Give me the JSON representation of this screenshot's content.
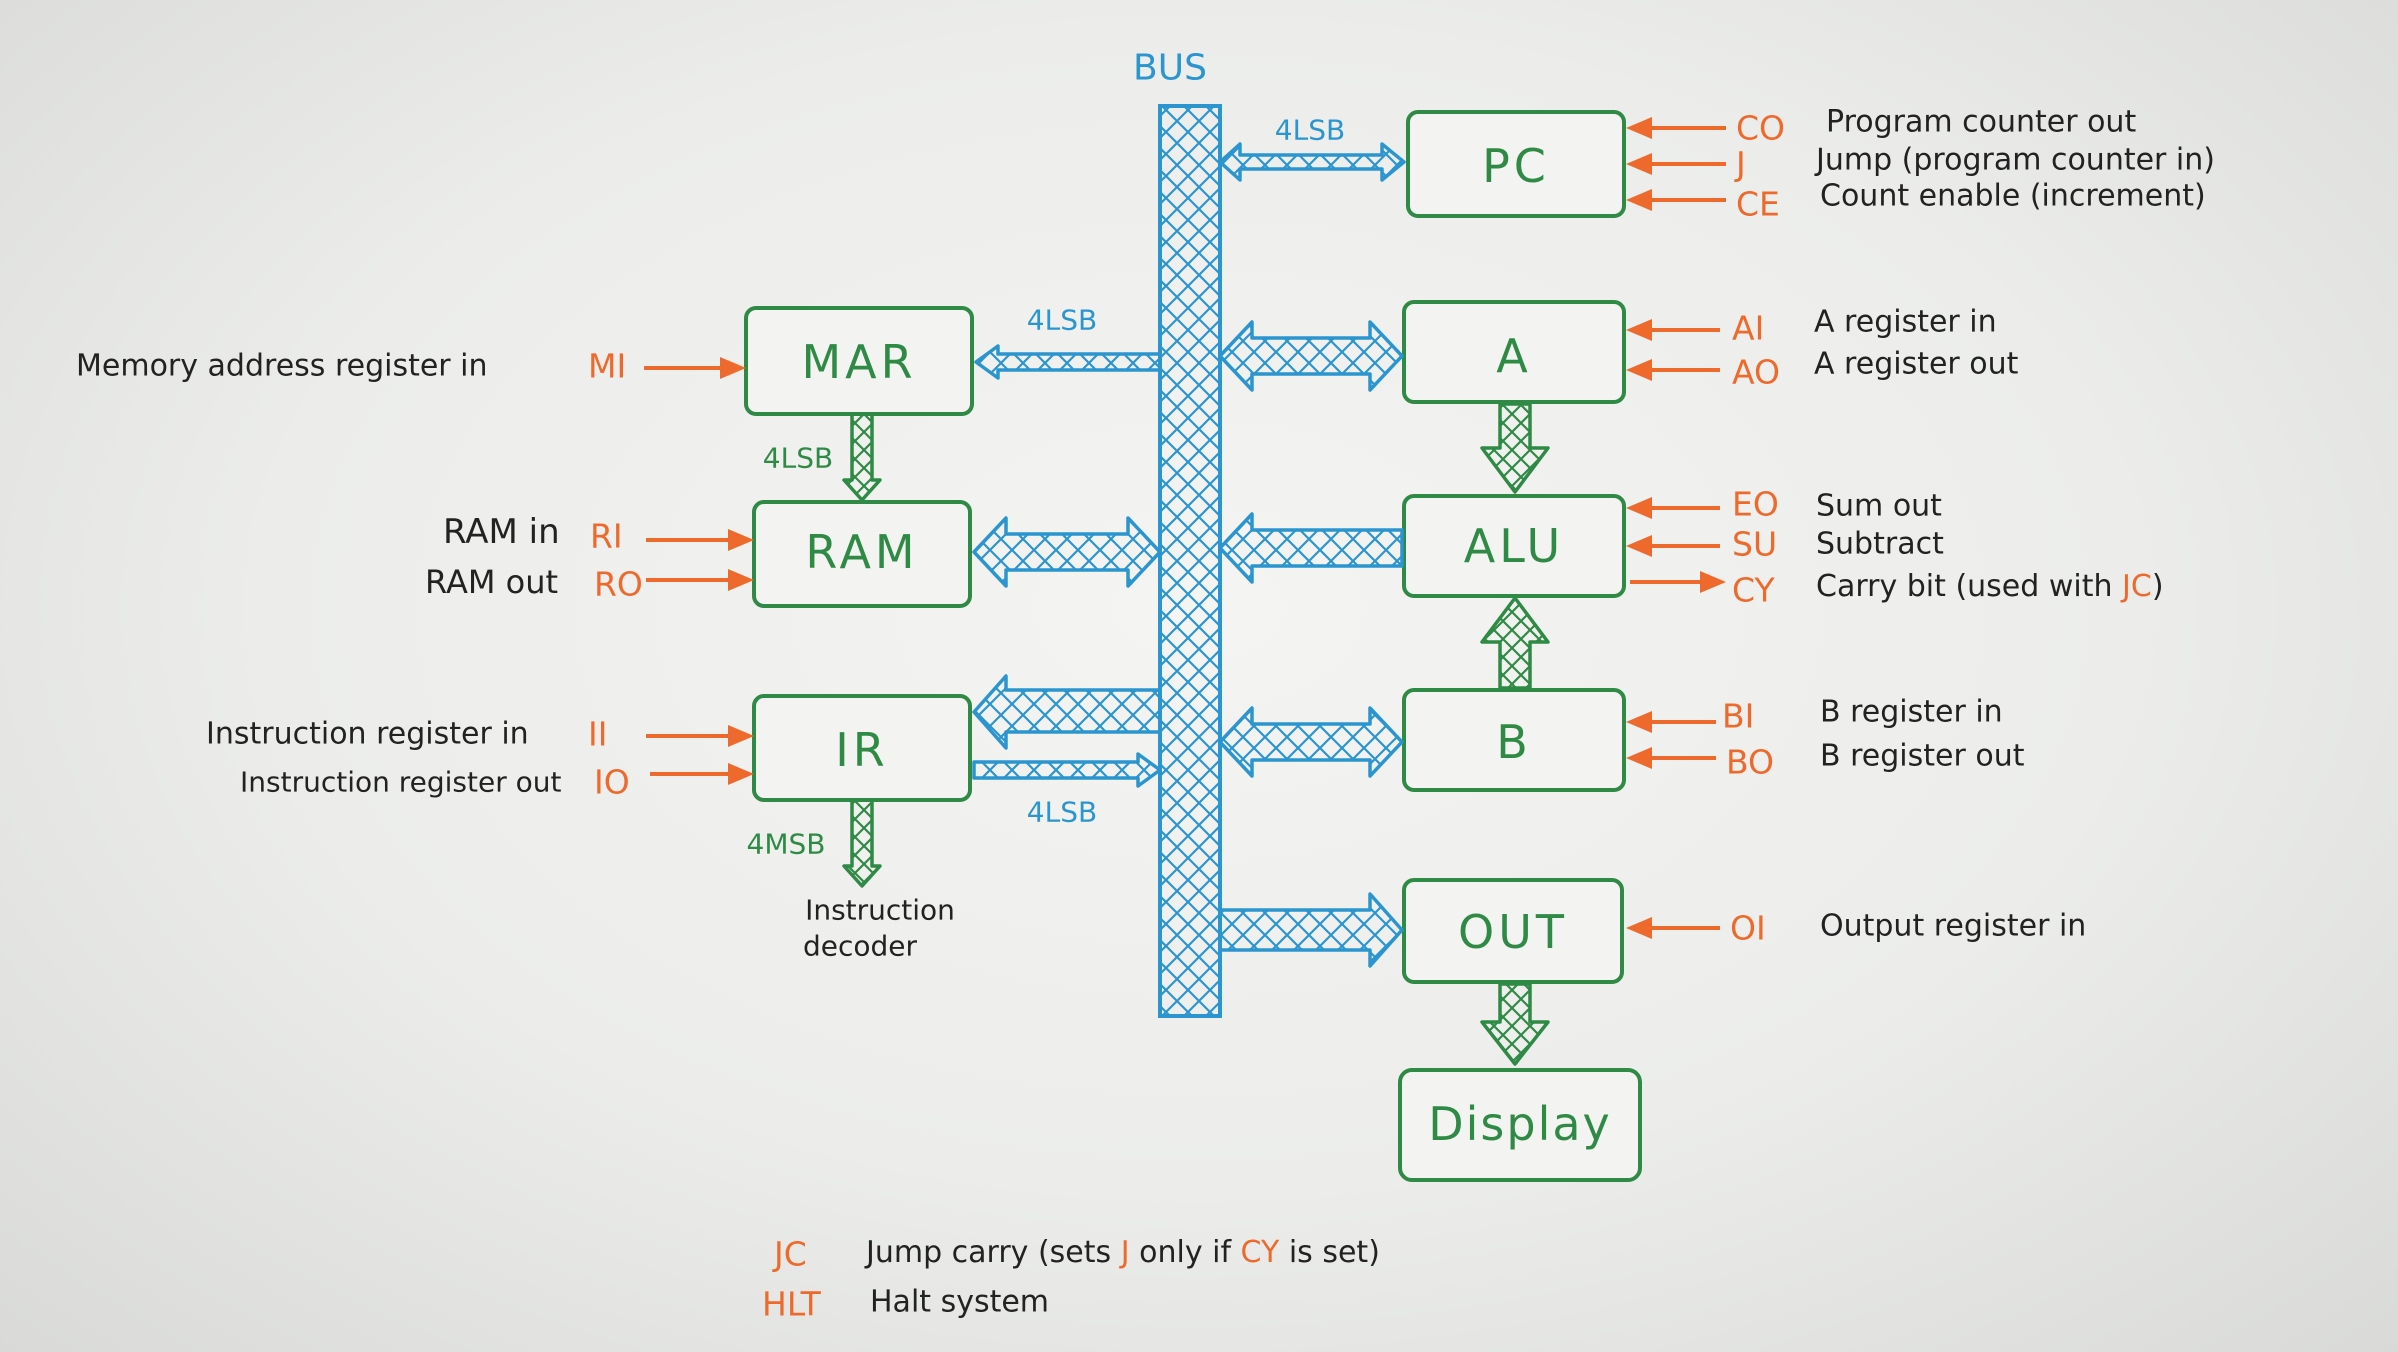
{
  "colors": {
    "bus": "#2b95cf",
    "block": "#2f8a45",
    "signal": "#ee6a2c",
    "text": "#222222"
  },
  "bus_label": "BUS",
  "widths": {
    "pc": "4LSB",
    "mar": "4LSB",
    "mar_ram": "4LSB",
    "ir_bus": "4LSB",
    "ir_decoder": "4MSB"
  },
  "decoder_label": [
    "Instruction",
    "decoder"
  ],
  "blocks": {
    "pc": "PC",
    "mar": "MAR",
    "ram": "RAM",
    "ir": "IR",
    "a": "A",
    "alu": "ALU",
    "b": "B",
    "out": "OUT",
    "display": "Display"
  },
  "signals": {
    "co": {
      "code": "CO",
      "desc": "Program counter out"
    },
    "j": {
      "code": "J",
      "desc": "Jump (program counter in)"
    },
    "ce": {
      "code": "CE",
      "desc": "Count enable (increment)"
    },
    "ai": {
      "code": "AI",
      "desc": "A register in"
    },
    "ao": {
      "code": "AO",
      "desc": "A register out"
    },
    "eo": {
      "code": "EO",
      "desc": "Sum out"
    },
    "su": {
      "code": "SU",
      "desc": "Subtract"
    },
    "cy": {
      "code": "CY",
      "desc": "Carry bit (used with",
      "desc_code": "JC",
      "desc_end": ")"
    },
    "bi": {
      "code": "BI",
      "desc": "B register in"
    },
    "bo": {
      "code": "BO",
      "desc": "B register out"
    },
    "oi": {
      "code": "OI",
      "desc": "Output register in"
    },
    "mi": {
      "code": "MI",
      "desc": "Memory address register in"
    },
    "ri": {
      "code": "RI",
      "desc": "RAM in"
    },
    "ro": {
      "code": "RO",
      "desc": "RAM out"
    },
    "ii": {
      "code": "II",
      "desc": "Instruction register in"
    },
    "io": {
      "code": "IO",
      "desc": "Instruction register out"
    }
  },
  "footer": {
    "jc": {
      "code": "JC",
      "text1": "Jump carry (sets",
      "j": "J",
      "text2": "only if",
      "cy": "CY",
      "text3": "is set)"
    },
    "hlt": {
      "code": "HLT",
      "text": "Halt system"
    }
  }
}
